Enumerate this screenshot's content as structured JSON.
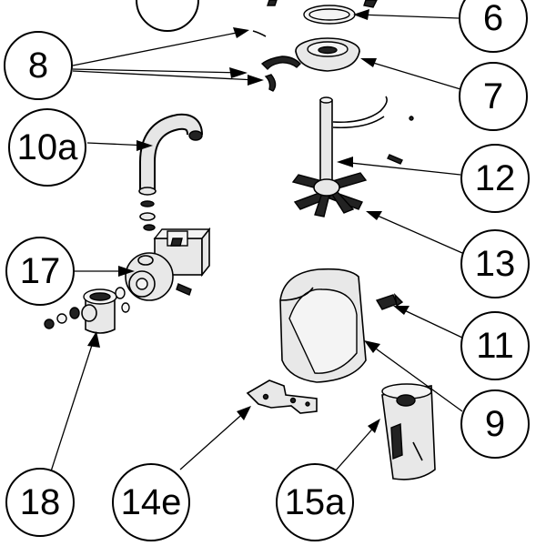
{
  "callouts": {
    "c6": "6",
    "c7": "7",
    "c8": "8",
    "c9": "9",
    "c10a": "10a",
    "c11": "11",
    "c12": "12",
    "c13": "13",
    "c14e": "14e",
    "c15a": "15a",
    "c17": "17",
    "c18": "18"
  }
}
